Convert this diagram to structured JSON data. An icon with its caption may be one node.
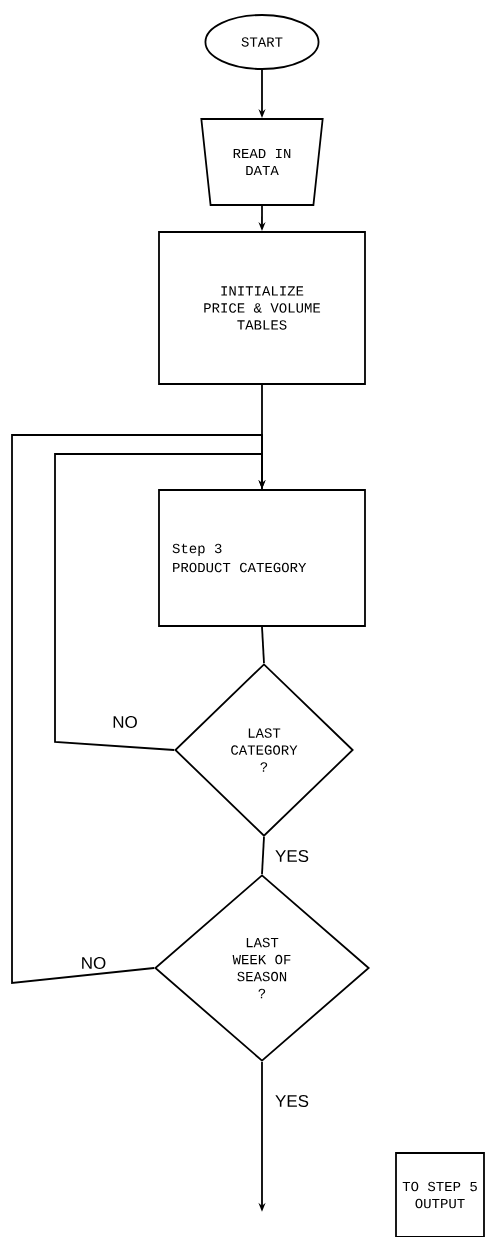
{
  "diagram": {
    "nodes": [
      {
        "text": [
          "START"
        ]
      },
      {
        "text": [
          "READ IN DATA"
        ]
      },
      {
        "text": [
          "INITIALIZE PRICE & VOLUME TABLES"
        ]
      },
      {
        "text": [
          "Step 3",
          "PRODUCT CATEGORY"
        ]
      },
      {
        "text": [
          "LAST CATEGORY ?"
        ]
      },
      {
        "text": [
          "LAST WEEK OF SEASON ?"
        ]
      },
      {
        "text": [
          "TO STEP 5 OUTPUT"
        ]
      }
    ],
    "edges": [
      {
        "from": 0,
        "to": 1,
        "arrow": "to"
      },
      {
        "from": 1,
        "to": 2,
        "arrow": "to"
      },
      {
        "from": 2,
        "to": 3,
        "arrow": "none"
      },
      {
        "from": 4,
        "to": 3,
        "arrow": "to",
        "label": "NO"
      },
      {
        "from": 5,
        "to": 3,
        "arrow": "to",
        "label": "NO"
      },
      {
        "from": 3,
        "to": 4,
        "arrow": "none"
      },
      {
        "from": 4,
        "to": 5,
        "arrow": "none",
        "label": "YES"
      },
      {
        "from": 5,
        "to": null,
        "arrow": "to",
        "label": "YES"
      }
    ]
  }
}
